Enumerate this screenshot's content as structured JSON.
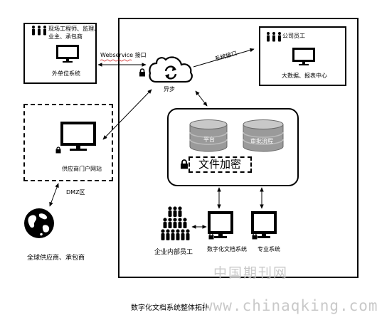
{
  "external_box": {
    "roles": "现场工程师、监理、\n业主、承包商",
    "system": "外单位系统"
  },
  "company_box": {
    "staff": "公司员工",
    "center": "大数据、报表中心"
  },
  "webservice_label": "Webservice 接口",
  "system_interface_label": "系统接口",
  "cloud_label": "异步",
  "dmz": {
    "portal": "供应商门户网站",
    "zone": "DMZ区"
  },
  "global_suppliers": "全球供应商、承包商",
  "core": {
    "db_platform": "平台",
    "db_approval": "审批流程",
    "encryption": "文件加密"
  },
  "internal_staff": "企业内部员工",
  "systems": {
    "doc_system": "数字化文档系统",
    "pro_system": "专业系统"
  },
  "caption": "数字化文档系统整体拓扑",
  "watermark": {
    "cn": "中国期刊网",
    "url": "www.chinaqking.com"
  }
}
